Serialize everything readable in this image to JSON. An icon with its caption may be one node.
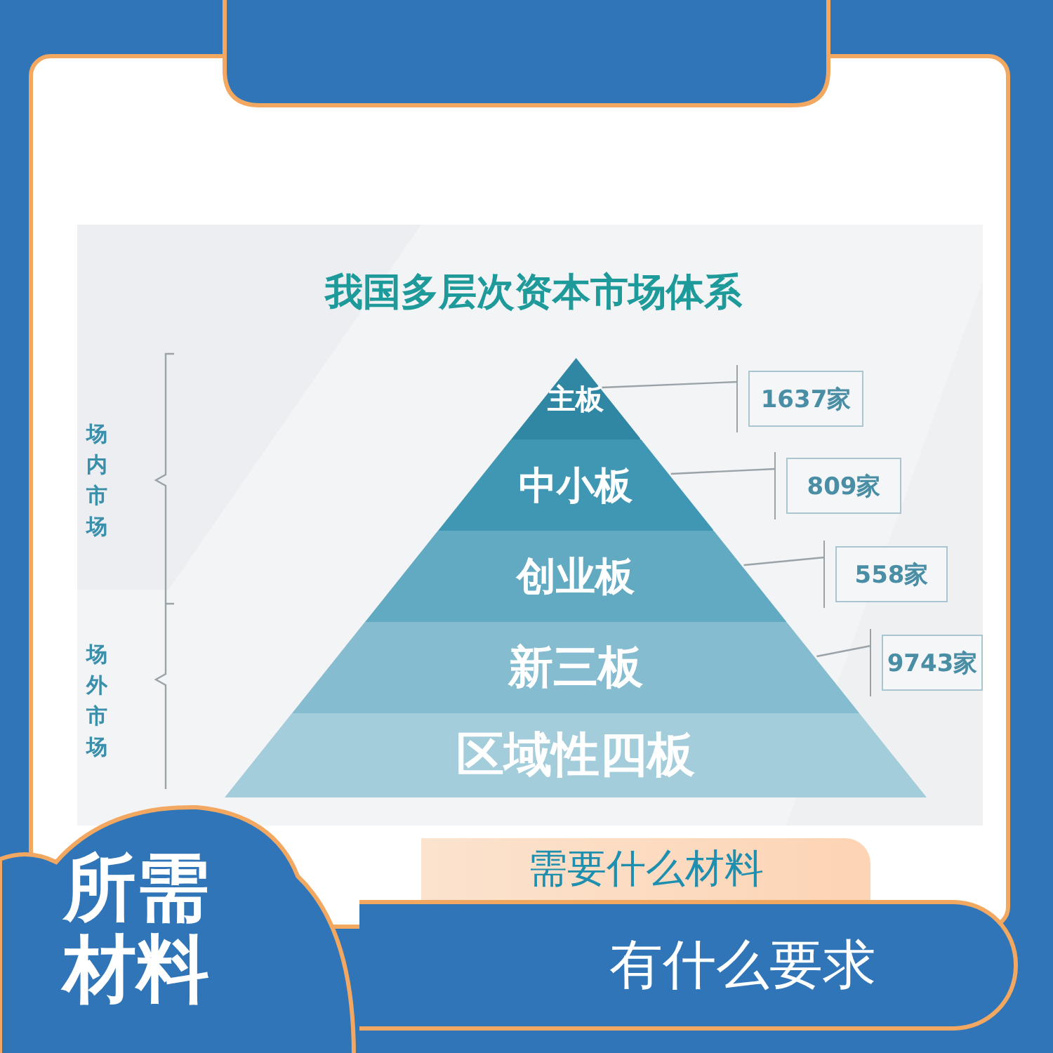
{
  "diagram": {
    "title": "我国多层次资本市场体系",
    "nodes": [
      {
        "text": [
          "主板"
        ]
      },
      {
        "text": [
          "中小板"
        ]
      },
      {
        "text": [
          "创业板"
        ]
      },
      {
        "text": [
          "新三板"
        ]
      },
      {
        "text": [
          "区域性四板"
        ]
      },
      {
        "text": [
          "1637家"
        ]
      },
      {
        "text": [
          "809家"
        ]
      },
      {
        "text": [
          "558家"
        ]
      },
      {
        "text": [
          "9743家"
        ]
      },
      {
        "text": [
          "所需材料"
        ]
      },
      {
        "text": [
          "需要什么材料"
        ]
      },
      {
        "text": [
          "有什么要求"
        ]
      }
    ],
    "edges": [
      {
        "from": 0,
        "to": 5,
        "arrow": "none"
      },
      {
        "from": 1,
        "to": 6,
        "arrow": "none"
      },
      {
        "from": 2,
        "to": 7,
        "arrow": "none"
      },
      {
        "from": 3,
        "to": 8,
        "arrow": "none"
      }
    ],
    "labels": [
      "场内市场",
      "场外市场"
    ]
  }
}
